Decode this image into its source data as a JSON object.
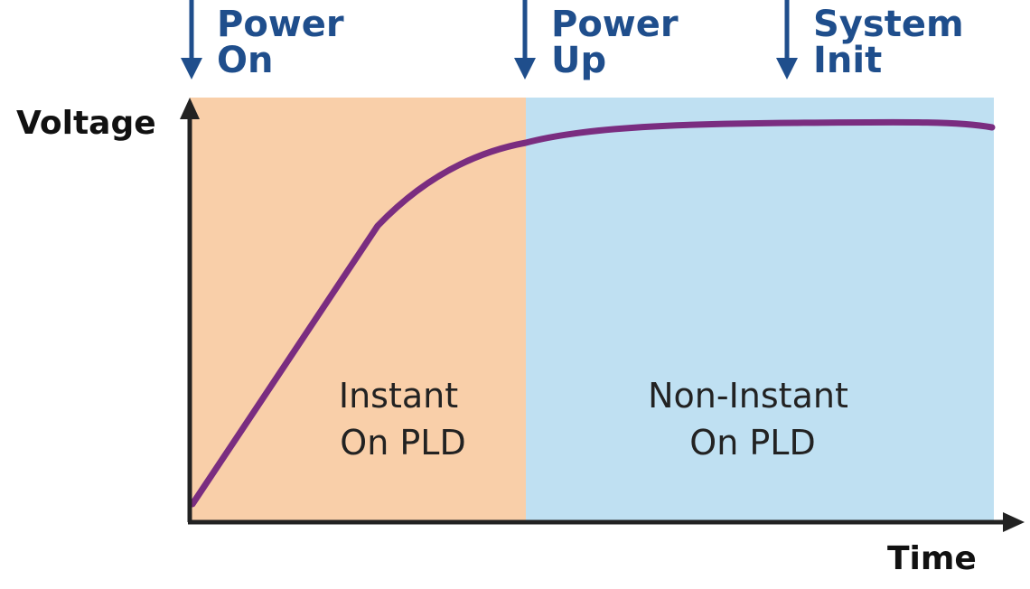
{
  "colors": {
    "instant_region": "#f9cfa9",
    "non_instant_region": "#bfe0f2",
    "curve": "#7a2d80",
    "annotation": "#1f4e8c",
    "axis": "#222222"
  },
  "axes": {
    "y_label": "Voltage",
    "x_label": "Time"
  },
  "annotations": [
    {
      "line1": "Power",
      "line2": "On",
      "icon": "arrow-down-icon"
    },
    {
      "line1": "Power",
      "line2": "Up",
      "icon": "arrow-down-icon"
    },
    {
      "line1": "System",
      "line2": "Init",
      "icon": "arrow-down-icon"
    }
  ],
  "regions": [
    {
      "line1": "Instant",
      "line2": "On PLD"
    },
    {
      "line1": "Non-Instant",
      "line2": "On PLD"
    }
  ]
}
